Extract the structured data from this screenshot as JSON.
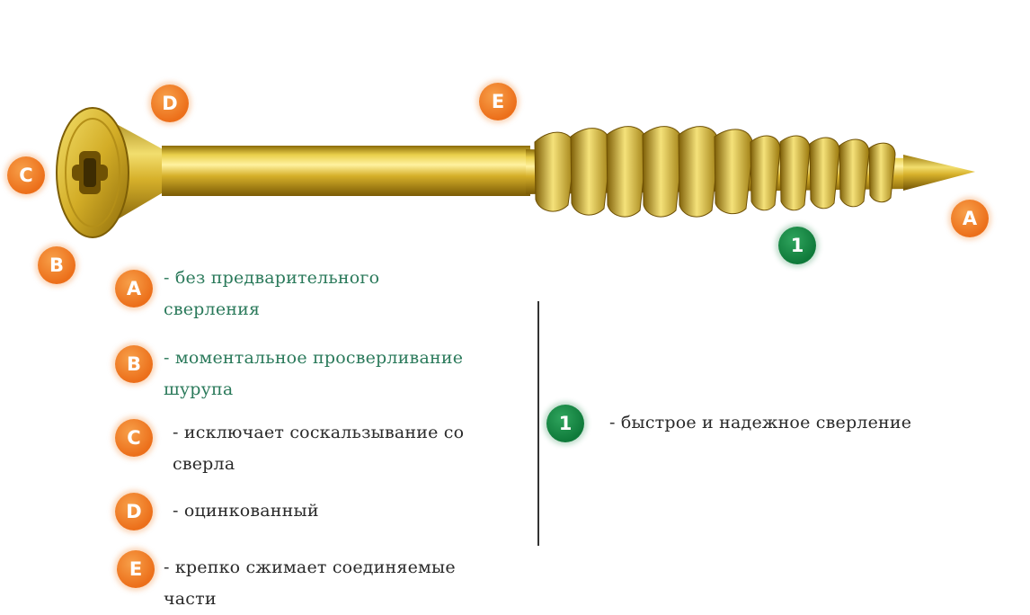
{
  "callouts": {
    "a": "A",
    "b": "B",
    "c": "C",
    "d": "D",
    "e": "E",
    "one": "1"
  },
  "legend": {
    "a": {
      "letter": "A",
      "line1": "- без предварительного",
      "line2": "сверления"
    },
    "b": {
      "letter": "B",
      "line1": "- моментальное просверливание",
      "line2": "шурупа"
    },
    "c": {
      "letter": "C",
      "line1": "- исключает соскальзывание со",
      "line2": "сверла"
    },
    "d": {
      "letter": "D",
      "line1": "- оцинкованный"
    },
    "e": {
      "letter": "E",
      "line1": "- крепко сжимает соединяемые",
      "line2": "части"
    },
    "one": {
      "number": "1",
      "line1": "- быстрое и надежное сверление"
    }
  },
  "colors": {
    "badge_orange": "#ec6f1a",
    "badge_green": "#0f7a3a",
    "text_green": "#2b7a5b",
    "text_dark": "#2a2a2a",
    "screw_gold": "#c9a31e"
  }
}
